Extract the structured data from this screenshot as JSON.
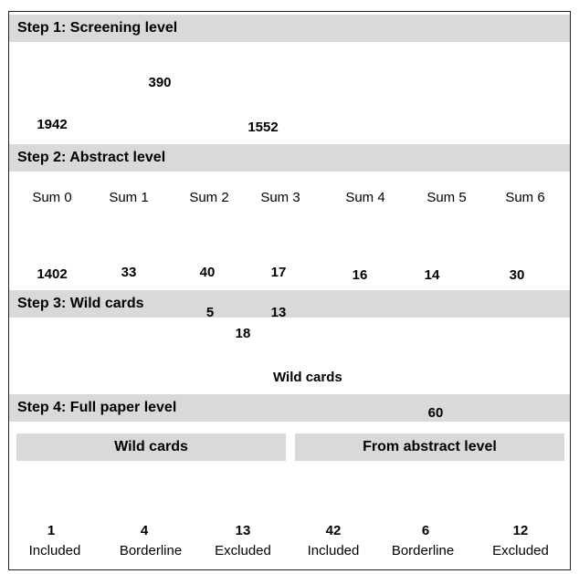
{
  "step1": {
    "title": "Step 1: Screening level",
    "input": "1942",
    "removed": "390",
    "output": "1552"
  },
  "step2": {
    "title": "Step 2: Abstract level",
    "sums": [
      {
        "label": "Sum 0",
        "count": "1402"
      },
      {
        "label": "Sum 1",
        "count": "33"
      },
      {
        "label": "Sum 2",
        "count": "40"
      },
      {
        "label": "Sum 3",
        "count": "17"
      },
      {
        "label": "Sum 4",
        "count": "16"
      },
      {
        "label": "Sum 5",
        "count": "14"
      },
      {
        "label": "Sum 6",
        "count": "30"
      }
    ],
    "bracket_left_a": "5",
    "bracket_left_b": "13",
    "bracket_right_total": "60"
  },
  "step3": {
    "title": "Step 3: Wild cards",
    "count": "18",
    "label": "Wild cards"
  },
  "step4": {
    "title": "Step 4: Full paper level",
    "wild_cards": {
      "header": "Wild cards",
      "items": [
        {
          "count": "1",
          "label": "Included"
        },
        {
          "count": "4",
          "label": "Borderline"
        },
        {
          "count": "13",
          "label": "Excluded"
        }
      ]
    },
    "abstract": {
      "header": "From abstract level",
      "items": [
        {
          "count": "42",
          "label": "Included"
        },
        {
          "count": "6",
          "label": "Borderline"
        },
        {
          "count": "12",
          "label": "Excluded"
        }
      ]
    }
  },
  "icons": [
    "paper-stack-icon",
    "person-icon",
    "arrow-right-icon",
    "joker-jester-icon",
    "bracket-connector"
  ],
  "colors": {
    "bar_bg": "#d9d9d9",
    "connector": "#b07a50",
    "text": "#000000"
  }
}
